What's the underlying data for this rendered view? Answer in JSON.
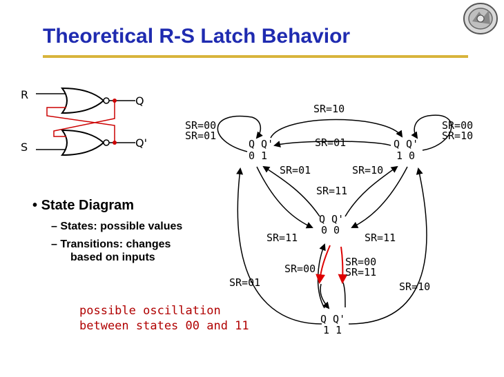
{
  "title": "Theoretical R-S Latch Behavior",
  "latch": {
    "input_r": "R",
    "input_s": "S",
    "output_q": "Q",
    "output_qbar": "Q'"
  },
  "bullet": {
    "heading": "State Diagram",
    "item1": "States: possible values",
    "item2_line1": "Transitions: changes",
    "item2_line2": "based on inputs"
  },
  "states": {
    "s01": {
      "header": "Q Q'",
      "value": "0  1"
    },
    "s10": {
      "header": "Q Q'",
      "value": "1  0"
    },
    "s00": {
      "header": "Q Q'",
      "value": "0  0"
    },
    "s11": {
      "header": "Q Q'",
      "value": "1  1"
    }
  },
  "transitions": {
    "t_top": "SR=10",
    "t_mid_top": "SR=01",
    "t_left_self_1": "SR=00",
    "t_left_self_2": "SR=01",
    "t_right_self_1": "SR=00",
    "t_right_self_2": "SR=10",
    "t_01_from_00": "SR=01",
    "t_10_from_00": "SR=10",
    "t_11_to_00": "SR=11",
    "t_01_to_00": "SR=11",
    "t_10_to_00": "SR=11",
    "t_00_to_11_a": "SR=00",
    "t_00_to_11_b": "SR=00",
    "t_00_to_11_c": "SR=11",
    "t_11_to_01": "SR=01",
    "t_11_to_10": "SR=10"
  },
  "oscillation": {
    "line1": "possible oscillation",
    "line2": "between states 00 and 11"
  },
  "colors": {
    "title": "#1f2bb0",
    "title_rule": "#d8b43c",
    "oscillation": "#b00000",
    "feedback_wire": "#cc0000"
  },
  "icons": {
    "logo": "university-seal-icon"
  }
}
